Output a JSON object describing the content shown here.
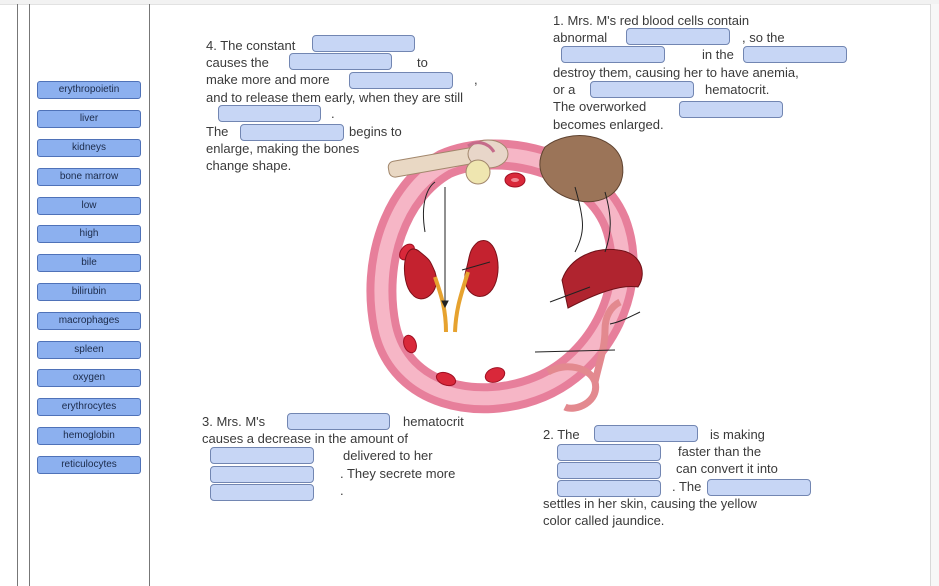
{
  "word_bank": [
    "erythropoietin",
    "liver",
    "kidneys",
    "bone marrow",
    "low",
    "high",
    "bile",
    "bilirubin",
    "macrophages",
    "spleen",
    "oxygen",
    "erythrocytes",
    "hemoglobin",
    "reticulocytes"
  ],
  "q1": {
    "line1": "1. Mrs. M's red blood cells contain",
    "abnormal": "abnormal",
    "so_the": ", so the",
    "in_the": "in the",
    "destroy": "destroy them, causing her to have anemia,",
    "or_a": "or a",
    "hematocrit": "hematocrit.",
    "overworked": "The overworked",
    "enlarged": "becomes enlarged."
  },
  "q2": {
    "the": "2. The",
    "is_making": "is making",
    "faster": "faster than the",
    "convert": "can convert it into",
    "dot_the": ". The",
    "settles": "settles in her skin, causing the yellow",
    "jaundice": "color called jaundice."
  },
  "q3": {
    "mrs": "3. Mrs. M's",
    "hematocrit": "hematocrit",
    "decrease": "causes a decrease in the amount of",
    "delivered": "delivered to her",
    "secrete": ". They secrete more",
    "dot": "."
  },
  "q4": {
    "constant": "4. The constant",
    "causes": "causes the",
    "to": "to",
    "make_more": "make more and more",
    "comma": ",",
    "release": "and to release them early, when they are still",
    "dot": ".",
    "the": "The",
    "begins": "begins to",
    "enlarge": "enlarge, making the bones",
    "change": "change shape."
  },
  "colors": {
    "chip": "#8cb0ef",
    "chip_border": "#4f72b8",
    "blank": "#c7d6f5",
    "vessel": "#f08aa4",
    "rbc": "#d9283a"
  }
}
